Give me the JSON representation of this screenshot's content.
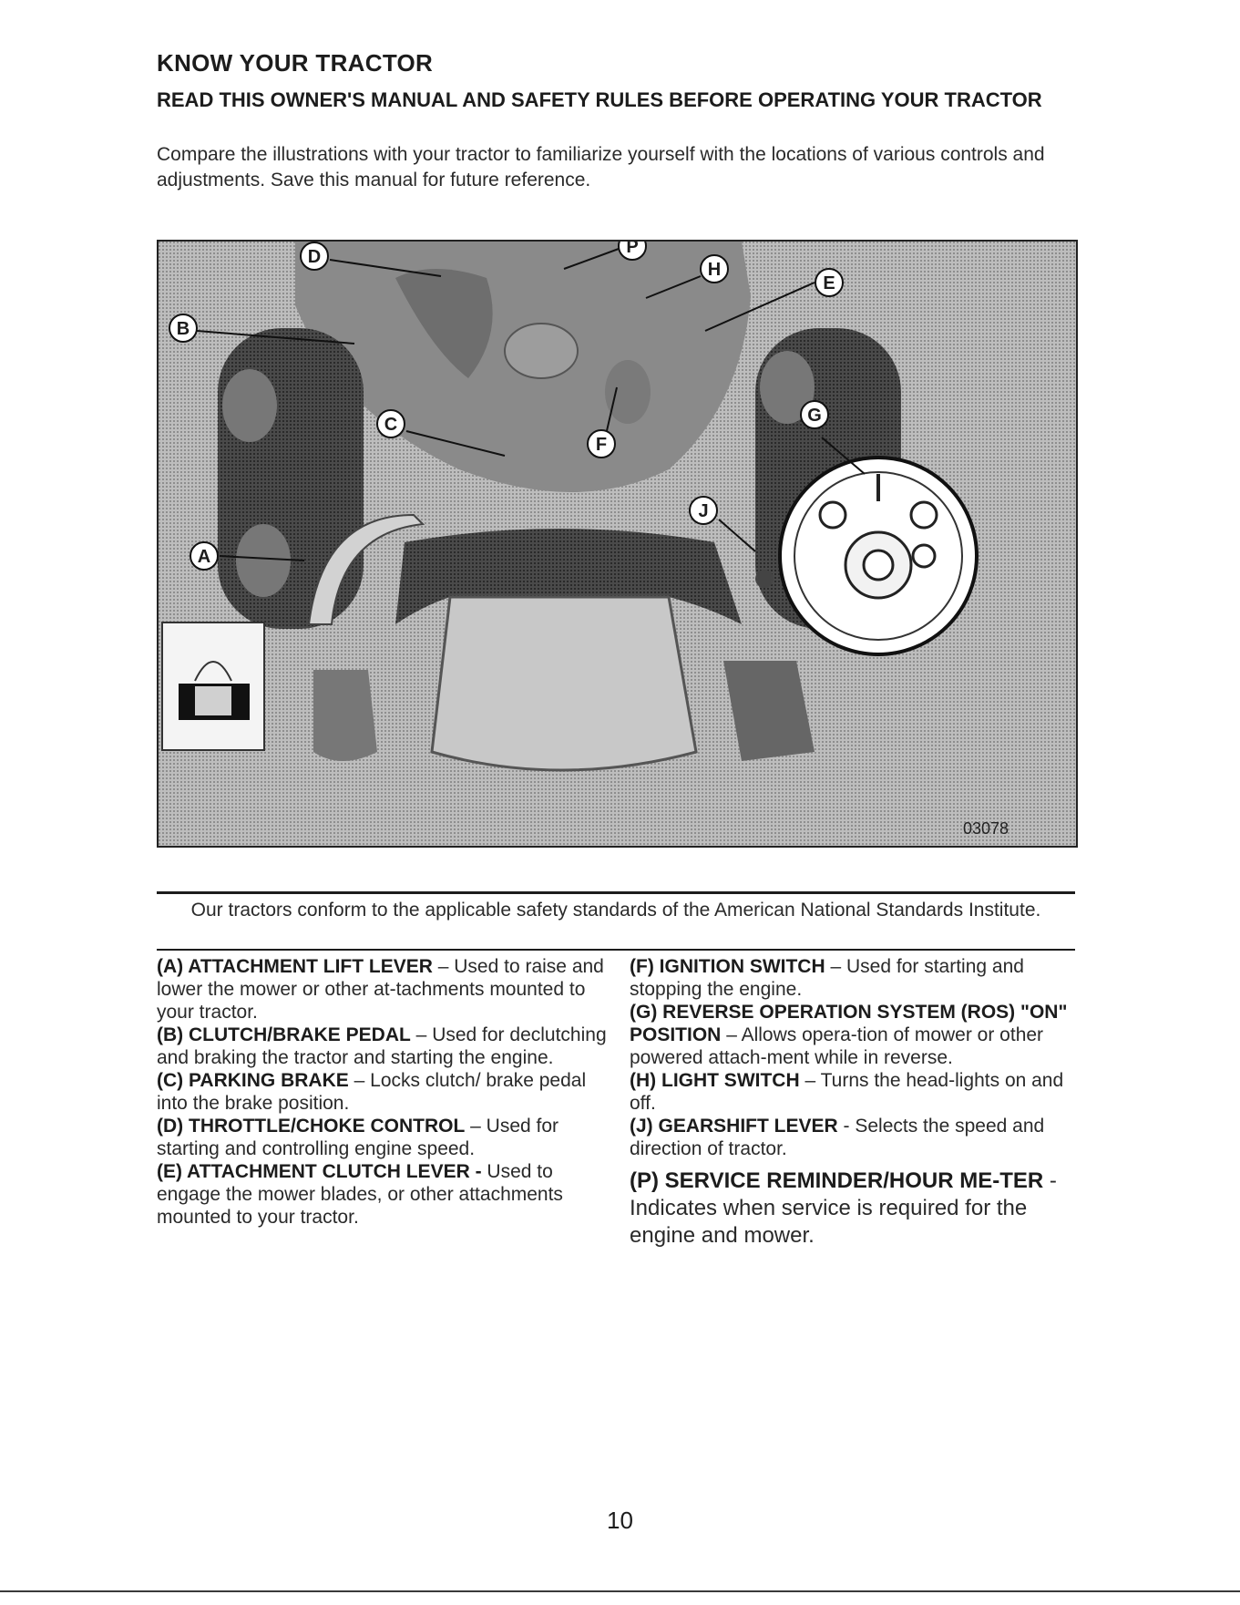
{
  "page": {
    "title": "KNOW YOUR TRACTOR",
    "subtitle": "READ THIS OWNER'S MANUAL AND SAFETY RULES BEFORE OPERATING YOUR TRACTOR",
    "intro": "Compare the illustrations with your tractor to familiarize yourself with the locations of various controls and adjustments.  Save this manual for future reference.",
    "figure_code": "03078",
    "callouts": [
      "D",
      "P",
      "H",
      "E",
      "B",
      "C",
      "G",
      "F",
      "J",
      "A"
    ],
    "conformance": "Our tractors conform to the applicable safety standards of the American National Standards Institute.",
    "page_number": "10"
  },
  "items_left": [
    {
      "head": "(A) ATTACHMENT LIFT LEVER",
      "sep": " – ",
      "body": "Used to raise and lower the mower or other at-tachments mounted to your tractor."
    },
    {
      "head": "(B) CLUTCH/BRAKE PEDAL",
      "sep": " – ",
      "body": "Used for declutching and braking the tractor and starting the engine."
    },
    {
      "head": "(C) PARKING BRAKE",
      "sep": " – ",
      "body": "Locks clutch/ brake pedal into the brake position."
    },
    {
      "head": "(D) THROTTLE/CHOKE CONTROL",
      "sep": " – ",
      "body": "Used for starting and controlling engine speed."
    },
    {
      "head": "(E) ATTACHMENT CLUTCH LEVER -",
      "sep": " ",
      "body": "Used to engage the mower blades, or other attachments mounted to your tractor."
    }
  ],
  "items_right": [
    {
      "head": "(F) IGNITION SWITCH",
      "sep": " – ",
      "body": "Used for starting and stopping the engine."
    },
    {
      "head": "(G) REVERSE OPERATION SYSTEM (ROS) \"ON\" POSITION",
      "sep": " – ",
      "body": "Allows opera-tion of mower or other powered attach-ment while in reverse."
    },
    {
      "head": "(H) LIGHT SWITCH",
      "sep": " – ",
      "body": "Turns the head-lights on and off."
    },
    {
      "head": "(J) GEARSHIFT LEVER",
      "sep": " - ",
      "body": "Selects the speed and direction of tractor."
    }
  ],
  "item_p": {
    "head": "(P) SERVICE REMINDER/HOUR ME-TER",
    "sep": " - ",
    "body": "Indicates when service is required for the engine and mower."
  }
}
